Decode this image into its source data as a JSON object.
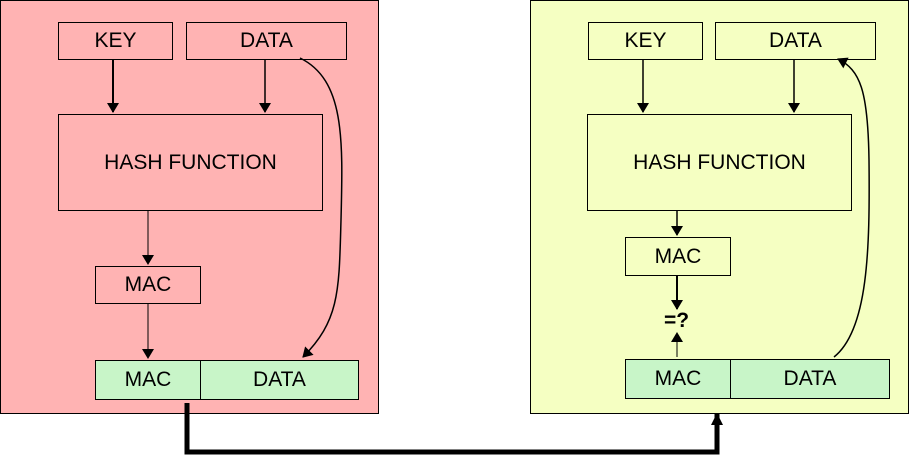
{
  "sender": {
    "key": "KEY",
    "data": "DATA",
    "hash": "HASH FUNCTION",
    "mac": "MAC",
    "out_mac": "MAC",
    "out_data": "DATA"
  },
  "receiver": {
    "key": "KEY",
    "data": "DATA",
    "hash": "HASH FUNCTION",
    "mac": "MAC",
    "compare": "=?",
    "in_mac": "MAC",
    "in_data": "DATA"
  },
  "colors": {
    "sender_bg": "#ffb3b3",
    "receiver_bg": "#f5ffc2",
    "message_bg": "#c8f5c8"
  }
}
